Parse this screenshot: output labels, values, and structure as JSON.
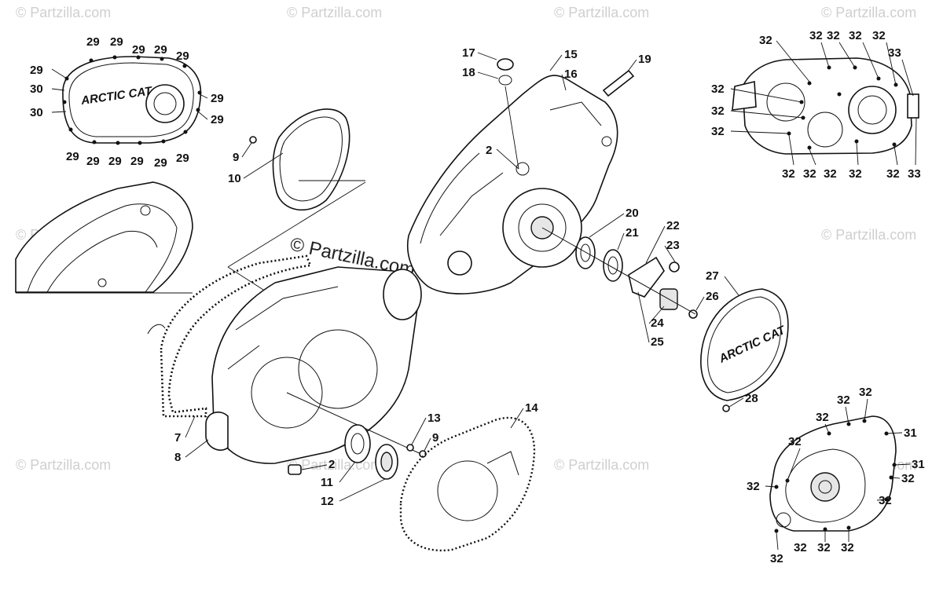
{
  "watermark": "© Partzilla.com",
  "watermark_center": "© Partzilla.com",
  "brand_logo": "ARCTIC CAT",
  "labels": {
    "l29": "29",
    "l30": "30",
    "l9": "9",
    "l10": "10",
    "l17": "17",
    "l18": "18",
    "l15": "15",
    "l16": "16",
    "l19": "19",
    "l2": "2",
    "l20": "20",
    "l21": "21",
    "l22": "22",
    "l23": "23",
    "l24": "24",
    "l25": "25",
    "l26": "26",
    "l27": "27",
    "l28": "28",
    "l32": "32",
    "l33": "33",
    "l31": "31",
    "l7": "7",
    "l8": "8",
    "l11": "11",
    "l12": "12",
    "l13": "13",
    "l14": "14"
  }
}
